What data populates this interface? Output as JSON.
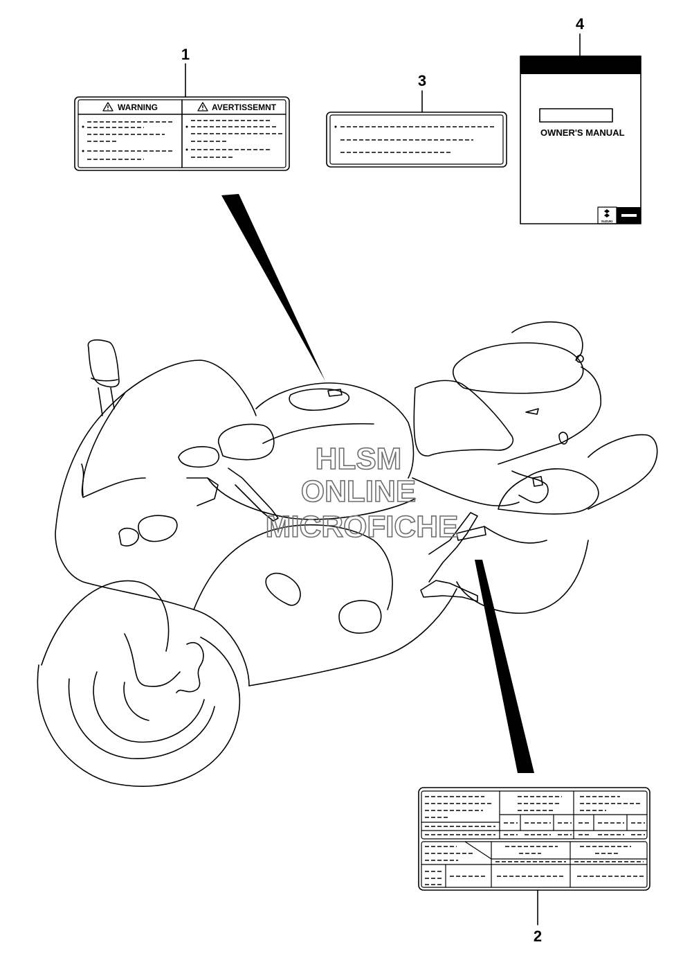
{
  "callouts": {
    "c1": "1",
    "c2": "2",
    "c3": "3",
    "c4": "4"
  },
  "label1": {
    "warning_heading": "WARNING",
    "avertissement_heading": "AVERTISSEMNT"
  },
  "manual": {
    "title": "OWNER'S MANUAL",
    "brand_logo_text": "SUZUKI"
  },
  "watermark": {
    "line1": "HLSM",
    "line2": "ONLINE",
    "line3": "MICROFICHE"
  },
  "icons": {
    "warning_icon": "warning-triangle-icon",
    "suzuki_logo": "suzuki-logo-icon"
  }
}
